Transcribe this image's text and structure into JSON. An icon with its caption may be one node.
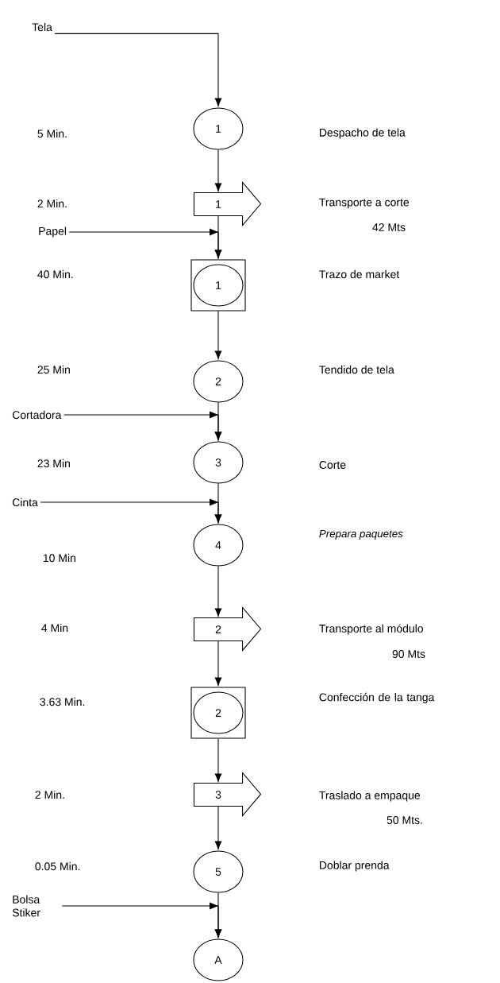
{
  "diagram": {
    "nodes": [
      {
        "text": [
          "Tela"
        ]
      },
      {
        "text": [
          "1"
        ]
      },
      {
        "text": [
          "1"
        ]
      },
      {
        "text": [
          "Papel"
        ]
      },
      {
        "text": [],
        "shape": "box"
      },
      {
        "text": [
          "1"
        ],
        "in": 4
      },
      {
        "text": [
          "2"
        ]
      },
      {
        "text": [
          "Cortadora"
        ]
      },
      {
        "text": [
          "3"
        ]
      },
      {
        "text": [
          "Cinta"
        ]
      },
      {
        "text": [
          "4"
        ]
      },
      {
        "text": [
          "2"
        ]
      },
      {
        "text": [],
        "shape": "box"
      },
      {
        "text": [
          "2"
        ],
        "in": 12
      },
      {
        "text": [
          "3"
        ]
      },
      {
        "text": [
          "5"
        ]
      },
      {
        "text": [
          "Bolsa Stiker"
        ]
      },
      {
        "text": [
          "A"
        ]
      }
    ],
    "edges": [
      {
        "from": 0,
        "to": 1,
        "arrow": "to"
      },
      {
        "from": 1,
        "to": 2,
        "arrow": "to"
      },
      {
        "from": 2,
        "to": 4,
        "arrow": "to"
      },
      {
        "from": 3,
        "to": 4,
        "arrow": "to"
      },
      {
        "from": 4,
        "to": 6,
        "arrow": "to"
      },
      {
        "from": 6,
        "to": 8,
        "arrow": "to"
      },
      {
        "from": 7,
        "to": 8,
        "arrow": "to"
      },
      {
        "from": 8,
        "to": 10,
        "arrow": "to"
      },
      {
        "from": 9,
        "to": 10,
        "arrow": "to"
      },
      {
        "from": 10,
        "to": 11,
        "arrow": "to"
      },
      {
        "from": 11,
        "to": 12,
        "arrow": "to"
      },
      {
        "from": 12,
        "to": 14,
        "arrow": "to"
      },
      {
        "from": 14,
        "to": 15,
        "arrow": "to"
      },
      {
        "from": 15,
        "to": 17,
        "arrow": "to"
      },
      {
        "from": 16,
        "to": 17,
        "arrow": "to"
      }
    ],
    "labels": [
      "5 Min.",
      "Despacho de tela",
      "2 Min.",
      "Transporte a corte",
      "42 Mts",
      "40 Min.",
      "Trazo de market",
      "25 Min",
      "Tendido de tela",
      "23 Min",
      "Corte",
      "Prepara paquetes",
      "10 Min",
      "4 Min",
      "Transporte al módulo",
      "90 Mts",
      "3.63 Min.",
      "Confección de la tanga",
      "2 Min.",
      "Traslado a empaque",
      "50 Mts.",
      "0.05 Min.",
      "Doblar prenda"
    ]
  }
}
